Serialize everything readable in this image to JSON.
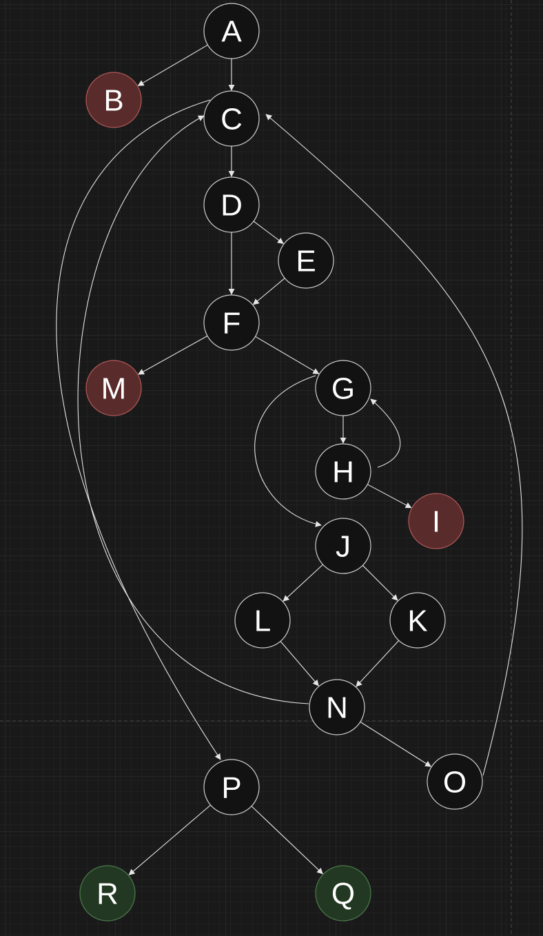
{
  "colors": {
    "background": "#191919",
    "grid_minor": "#262626",
    "grid_major": "#333333",
    "guide_line": "#4a4a4a",
    "edge": "#e6e6e6",
    "node_default_fill": "#121212",
    "node_default_stroke": "#cfcfcf",
    "node_red_fill": "#5a2b2b",
    "node_red_stroke": "#b05a5a",
    "node_green_fill": "#223822",
    "node_green_stroke": "#4d7a4d"
  },
  "nodes": [
    {
      "id": "A",
      "label": "A",
      "style": "default"
    },
    {
      "id": "B",
      "label": "B",
      "style": "red"
    },
    {
      "id": "C",
      "label": "C",
      "style": "default"
    },
    {
      "id": "D",
      "label": "D",
      "style": "default"
    },
    {
      "id": "E",
      "label": "E",
      "style": "default"
    },
    {
      "id": "F",
      "label": "F",
      "style": "default"
    },
    {
      "id": "M",
      "label": "M",
      "style": "red"
    },
    {
      "id": "G",
      "label": "G",
      "style": "default"
    },
    {
      "id": "H",
      "label": "H",
      "style": "default"
    },
    {
      "id": "I",
      "label": "I",
      "style": "red"
    },
    {
      "id": "J",
      "label": "J",
      "style": "default"
    },
    {
      "id": "L",
      "label": "L",
      "style": "default"
    },
    {
      "id": "K",
      "label": "K",
      "style": "default"
    },
    {
      "id": "N",
      "label": "N",
      "style": "default"
    },
    {
      "id": "O",
      "label": "O",
      "style": "default"
    },
    {
      "id": "P",
      "label": "P",
      "style": "default"
    },
    {
      "id": "R",
      "label": "R",
      "style": "green"
    },
    {
      "id": "Q",
      "label": "Q",
      "style": "green"
    }
  ],
  "edges": [
    {
      "from": "A",
      "to": "B"
    },
    {
      "from": "A",
      "to": "C"
    },
    {
      "from": "C",
      "to": "D"
    },
    {
      "from": "C",
      "to": "P"
    },
    {
      "from": "D",
      "to": "E"
    },
    {
      "from": "D",
      "to": "F"
    },
    {
      "from": "E",
      "to": "F"
    },
    {
      "from": "F",
      "to": "M"
    },
    {
      "from": "F",
      "to": "G"
    },
    {
      "from": "G",
      "to": "H"
    },
    {
      "from": "G",
      "to": "J"
    },
    {
      "from": "H",
      "to": "G"
    },
    {
      "from": "H",
      "to": "I"
    },
    {
      "from": "J",
      "to": "L"
    },
    {
      "from": "J",
      "to": "K"
    },
    {
      "from": "L",
      "to": "N"
    },
    {
      "from": "K",
      "to": "N"
    },
    {
      "from": "N",
      "to": "C"
    },
    {
      "from": "N",
      "to": "O"
    },
    {
      "from": "O",
      "to": "C"
    },
    {
      "from": "P",
      "to": "R"
    },
    {
      "from": "P",
      "to": "Q"
    }
  ]
}
